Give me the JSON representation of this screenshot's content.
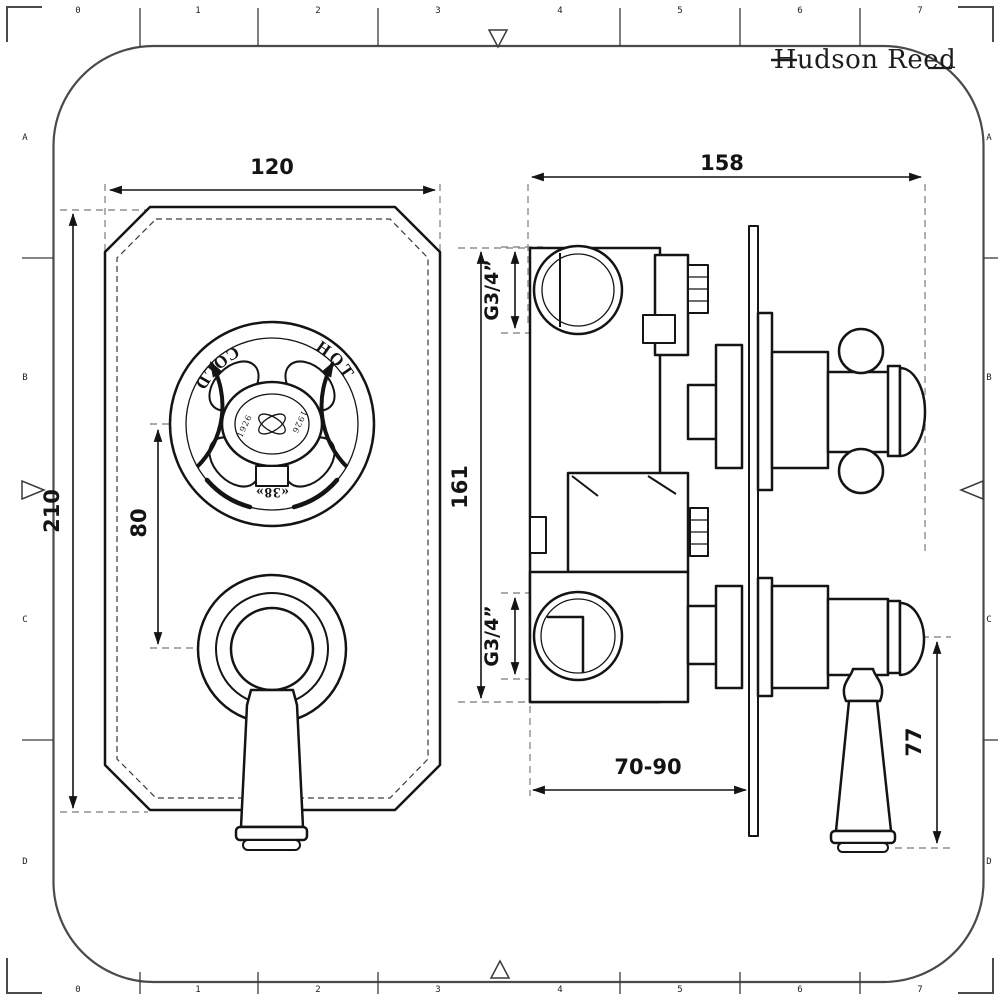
{
  "sheet": {
    "background": "#ffffff",
    "ink_color": "#141414",
    "frame_color": "#4a4a4a",
    "dash_color": "#8f8f8f"
  },
  "logo": {
    "text": "Hudson Reed"
  },
  "rulers": {
    "h": [
      "0",
      "1",
      "2",
      "3",
      "4",
      "5",
      "6",
      "7"
    ],
    "v": [
      "A",
      "B",
      "C",
      "D"
    ]
  },
  "front_view": {
    "plate_width": "120",
    "plate_height": "210",
    "control_spacing": "80",
    "dial": {
      "cold": "COLD",
      "hot": "HOT",
      "safety": "«38»",
      "year_left": "1926",
      "year_right": "1926"
    }
  },
  "side_view": {
    "depth": "158",
    "body_height": "161",
    "inlet_top": "G3/4”",
    "inlet_bottom": "G3/4”",
    "recess_range": "70-90",
    "lever_length": "77"
  }
}
